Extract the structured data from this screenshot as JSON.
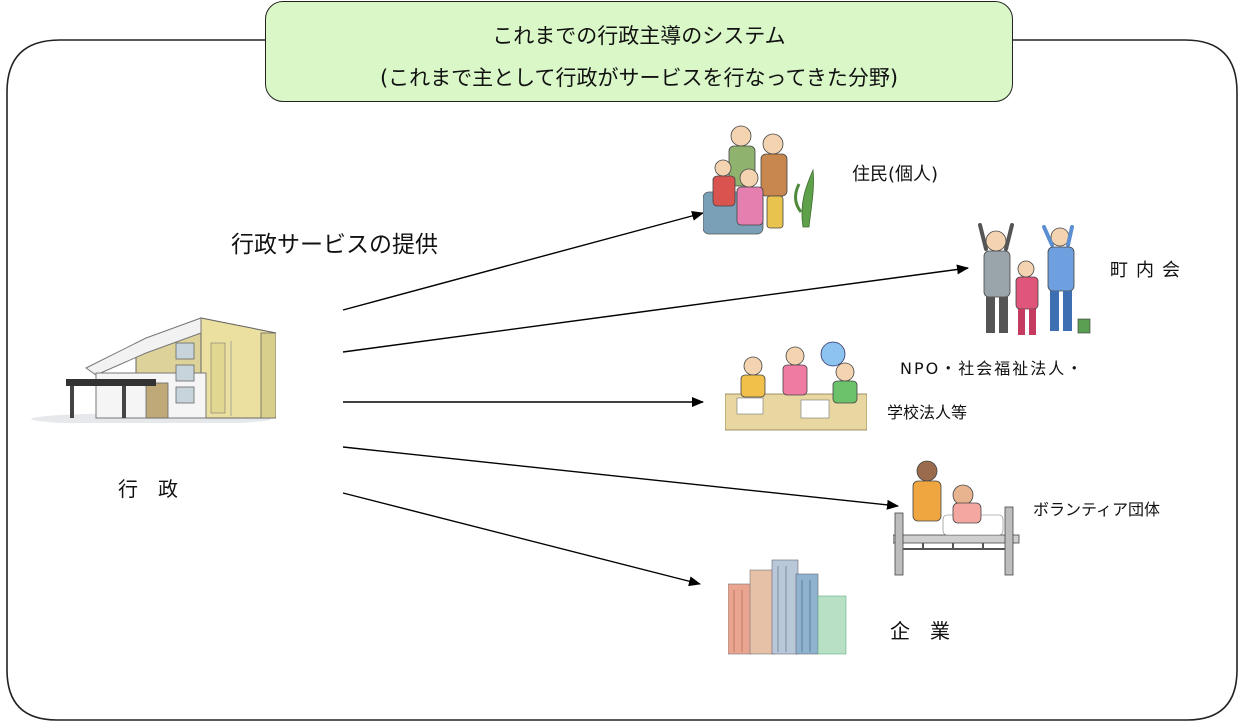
{
  "title": {
    "line1": "これまでの行政主導のシステム",
    "line2": "(これまで主として行政がサービスを行なってきた分野)"
  },
  "source": {
    "label": "行　政",
    "icon": "government-building-icon"
  },
  "flow_label": "行政サービスの提供",
  "recipients": [
    {
      "label": "住民(個人)",
      "icon": "family-icon"
    },
    {
      "label": "町内会",
      "icon": "neighborhood-exercise-icon"
    },
    {
      "label_line1": "NPO・社会福祉法人・",
      "label_line2": "学校法人等",
      "icon": "meeting-group-icon"
    },
    {
      "label": "ボランティア団体",
      "icon": "care-bed-icon"
    },
    {
      "label": "企　業",
      "icon": "office-buildings-icon"
    }
  ],
  "colors": {
    "title_fill": "#d9f7c7",
    "frame": "#222222",
    "arrow": "#000000",
    "building_wall": "#e8dc9a"
  }
}
